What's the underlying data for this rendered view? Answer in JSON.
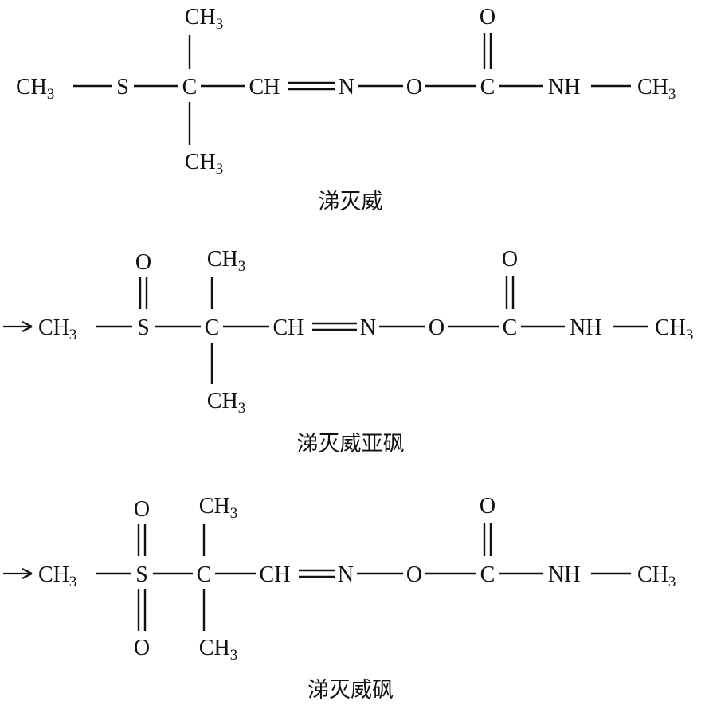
{
  "structures": [
    {
      "caption": "涕灭威",
      "entry_arrow": false,
      "atoms": {
        "me_s": "CH3",
        "s": "S",
        "c": "C",
        "me_top": "CH3",
        "me_bot": "CH3",
        "ch": "CH",
        "n": "N",
        "o_link": "O",
        "carbonyl_c": "C",
        "carbonyl_o": "O",
        "nh": "NH",
        "me_n": "CH3"
      },
      "sulfur_oxygens": []
    },
    {
      "caption": "涕灭威亚砜",
      "entry_arrow": true,
      "atoms": {
        "me_s": "CH3",
        "s": "S",
        "c": "C",
        "me_top": "CH3",
        "me_bot": "CH3",
        "ch": "CH",
        "n": "N",
        "o_link": "O",
        "carbonyl_c": "C",
        "carbonyl_o": "O",
        "nh": "NH",
        "me_n": "CH3"
      },
      "sulfur_oxygens": [
        "O"
      ]
    },
    {
      "caption": "涕灭威砜",
      "entry_arrow": true,
      "atoms": {
        "me_s": "CH3",
        "s": "S",
        "c": "C",
        "me_top": "CH3",
        "me_bot": "CH3",
        "ch": "CH",
        "n": "N",
        "o_link": "O",
        "carbonyl_c": "C",
        "carbonyl_o": "O",
        "nh": "NH",
        "me_n": "CH3"
      },
      "sulfur_oxygens": [
        "O",
        "O"
      ]
    }
  ]
}
